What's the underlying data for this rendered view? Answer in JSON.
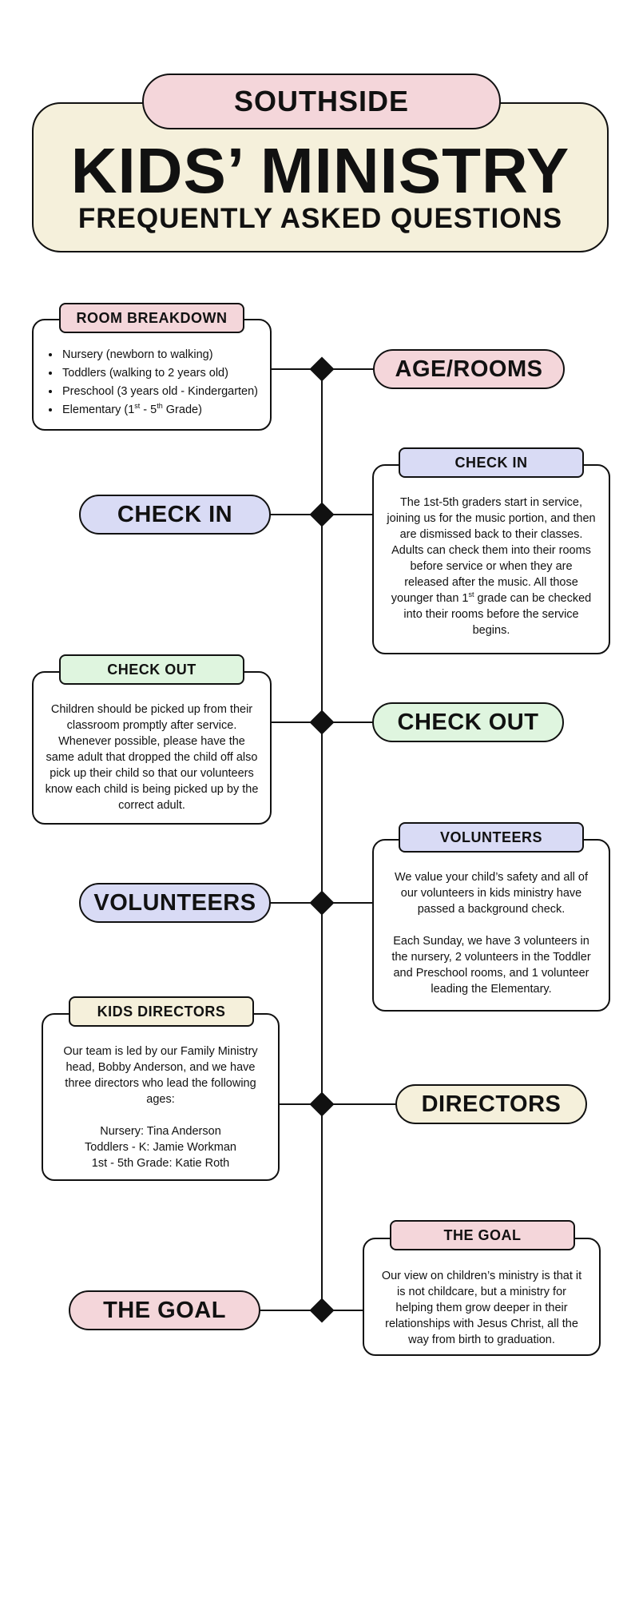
{
  "header": {
    "church": "SOUTHSIDE",
    "title": "KIDS’ MINISTRY",
    "subtitle": "FREQUENTLY ASKED QUESTIONS"
  },
  "sections": {
    "age_rooms": {
      "pill": "AGE/ROOMS",
      "card_title": "ROOM BREAKDOWN",
      "items": [
        "Nursery (newborn to walking)",
        "Toddlers (walking to 2 years old)",
        "Preschool (3 years old - Kindergarten)"
      ],
      "elementary_prefix": "Elementary (1",
      "elementary_sup1": "st",
      "elementary_mid": " - 5",
      "elementary_sup2": "th",
      "elementary_suffix": " Grade)"
    },
    "check_in": {
      "pill": "CHECK IN",
      "card_title": "CHECK IN",
      "body_before": "The 1st-5th graders start in service, joining us for the music portion, and then are dismissed back to their classes. Adults can check them into their rooms before service or when they are released after the music. All those younger than 1",
      "body_sup": "st",
      "body_after": " grade can be checked into their rooms before the service begins."
    },
    "check_out": {
      "pill": "CHECK OUT",
      "card_title": "CHECK OUT",
      "body": "Children should be picked up from their classroom promptly after service. Whenever possible, please have the same adult that dropped the child off also pick up their child so that our volunteers know each child is being picked up by the correct adult."
    },
    "volunteers": {
      "pill": "VOLUNTEERS",
      "card_title": "VOLUNTEERS",
      "para1": "We value your child’s safety and all of our volunteers in kids ministry have passed a background check.",
      "para2": "Each Sunday, we have 3 volunteers in the nursery, 2 volunteers in the Toddler and Preschool rooms, and 1 volunteer leading the Elementary."
    },
    "directors": {
      "pill": "DIRECTORS",
      "card_title": "KIDS DIRECTORS",
      "intro": "Our team is led by our Family Ministry head, Bobby Anderson, and we have three directors who lead the following ages:",
      "lines": [
        "Nursery: Tina Anderson",
        "Toddlers - K: Jamie Workman",
        "1st - 5th Grade: Katie Roth"
      ]
    },
    "goal": {
      "pill": "THE GOAL",
      "card_title": "THE GOAL",
      "body": "Our view on children’s ministry is that it is not childcare, but a ministry for helping them grow deeper in their relationships with Jesus Christ, all the way from birth to graduation."
    }
  },
  "colors": {
    "pink": "#f4d6da",
    "lavender": "#d9dbf5",
    "mint": "#dff5df",
    "cream": "#f5f0db"
  }
}
